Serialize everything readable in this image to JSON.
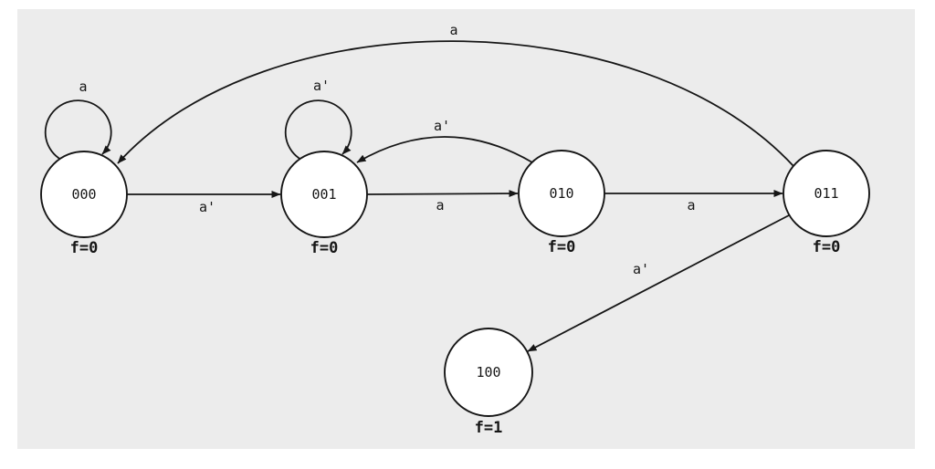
{
  "colors": {
    "page": "#ffffff",
    "panel": "#ececec",
    "ink": "#161616",
    "node": "#ffffff"
  },
  "diagram": {
    "type": "state-transition-diagram",
    "states": [
      {
        "label": "000",
        "output": "f=0"
      },
      {
        "label": "001",
        "output": "f=0"
      },
      {
        "label": "010",
        "output": "f=0"
      },
      {
        "label": "011",
        "output": "f=0"
      },
      {
        "label": "100",
        "output": "f=1"
      }
    ],
    "transitions": [
      {
        "from": "000",
        "to": "000",
        "label": "a",
        "kind": "self-loop"
      },
      {
        "from": "000",
        "to": "001",
        "label": "a'",
        "kind": "straight"
      },
      {
        "from": "001",
        "to": "001",
        "label": "a'",
        "kind": "self-loop"
      },
      {
        "from": "001",
        "to": "010",
        "label": "a",
        "kind": "straight"
      },
      {
        "from": "010",
        "to": "001",
        "label": "a'",
        "kind": "curved"
      },
      {
        "from": "010",
        "to": "011",
        "label": "a",
        "kind": "straight"
      },
      {
        "from": "011",
        "to": "000",
        "label": "a",
        "kind": "curved-top"
      },
      {
        "from": "011",
        "to": "100",
        "label": "a'",
        "kind": "diagonal"
      }
    ]
  }
}
